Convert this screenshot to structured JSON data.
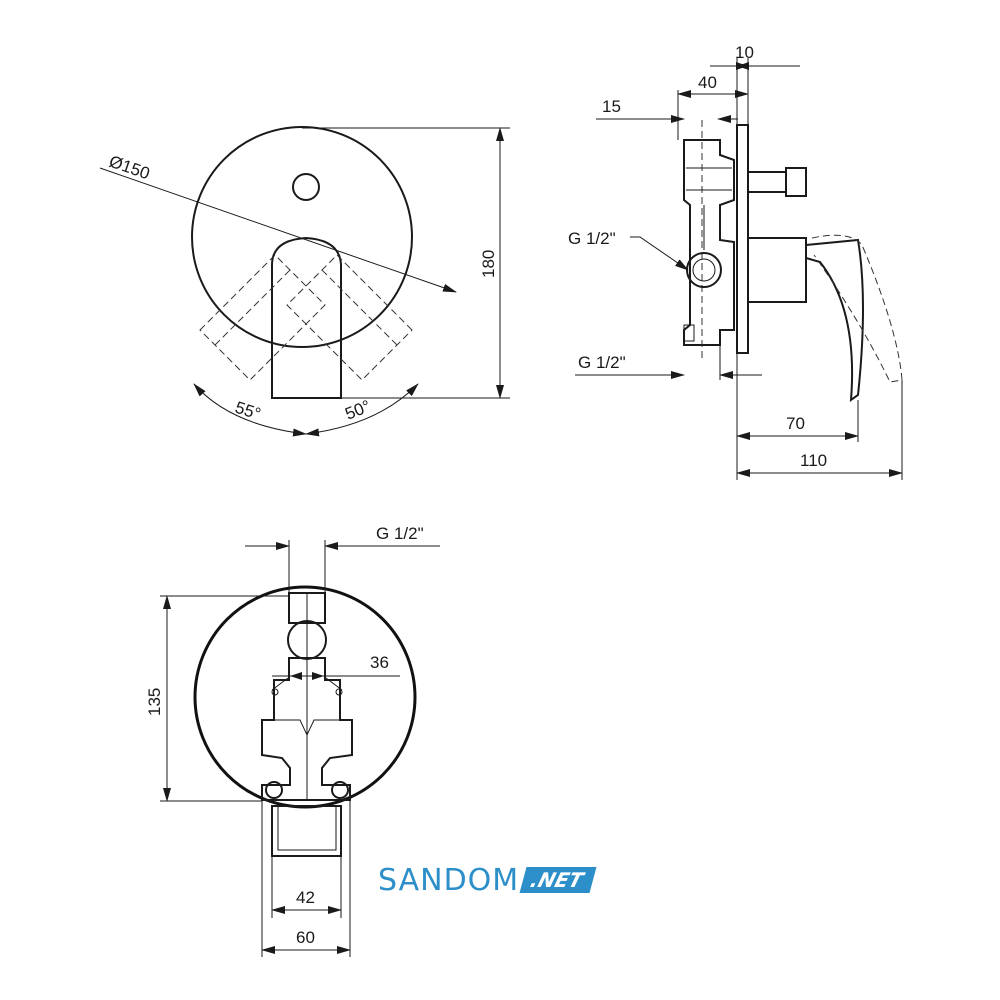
{
  "front_view": {
    "diameter_label": "Ø150",
    "height_label": "180",
    "angle_left_label": "55°",
    "angle_right_label": "50°"
  },
  "side_view": {
    "dim_10": "10",
    "dim_40": "40",
    "dim_15": "15",
    "thread_upper_label": "G 1/2\"",
    "thread_lower_label": "G 1/2\"",
    "dim_70": "70",
    "dim_110": "110"
  },
  "back_view": {
    "thread_label": "G 1/2\"",
    "dim_36": "36",
    "height_label": "135",
    "dim_42": "42",
    "dim_60": "60"
  },
  "brand": {
    "name": "SANDOM",
    "tag": ".NET",
    "color": "#2c8fc9"
  }
}
